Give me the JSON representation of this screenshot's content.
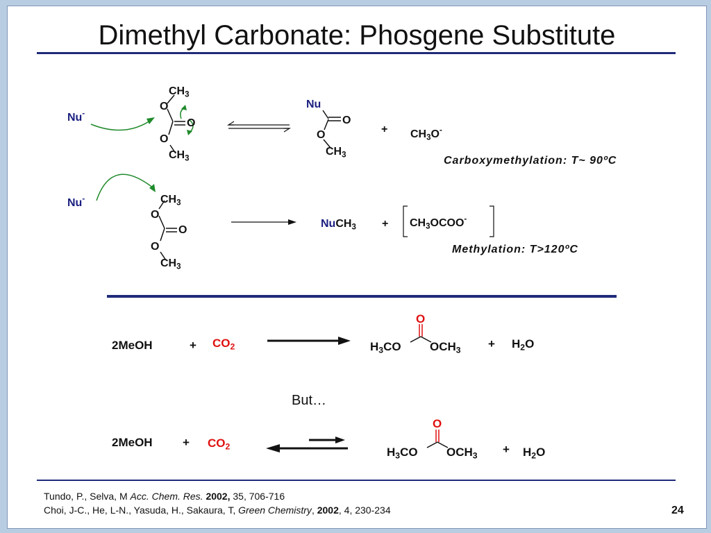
{
  "title": "Dimethyl Carbonate: Phosgene Substitute",
  "scheme1": {
    "nu": "Nu",
    "nu_charge": "-",
    "ch3": "CH",
    "sub3": "3",
    "o": "O",
    "product_nu": "Nu",
    "plus": "+",
    "methoxide": "CH",
    "methoxide_rest": "O",
    "methoxide_charge": "-",
    "condition": "Carboxymethylation: T~ 90ºC"
  },
  "scheme2": {
    "nu": "Nu",
    "nu_charge": "-",
    "product_nu": "Nu",
    "product_ch": "CH",
    "plus": "+",
    "anion": "CH",
    "anion_rest": "OCOO",
    "anion_charge": "-",
    "condition": "Methylation: T>120ºC"
  },
  "reaction1": {
    "reactant": "2MeOH",
    "plus1": "+",
    "co2": "CO",
    "co2_sub": "2",
    "left_group": "H",
    "left_group_rest": "CO",
    "carbonyl_o": "O",
    "right_group": "OCH",
    "plus2": "+",
    "water": "H",
    "water_rest": "O",
    "water_sub": "2"
  },
  "but_text": "But…",
  "reaction2": {
    "reactant": "2MeOH",
    "plus1": "+",
    "co2": "CO",
    "co2_sub": "2",
    "left_group": "H",
    "left_group_rest": "CO",
    "carbonyl_o": "O",
    "right_group": "OCH",
    "plus2": "+",
    "water": "H",
    "water_rest": "O",
    "water_sub": "2"
  },
  "references": {
    "ref1_authors": "Tundo, P., Selva, M ",
    "ref1_journal": "Acc. Chem. Res.",
    "ref1_year": "2002,",
    "ref1_rest": " 35, 706-716",
    "ref2_authors": "Choi, J-C., He, L-N., Yasuda, H., Sakaura, T, ",
    "ref2_journal": "Green Chemistry",
    "ref2_sep": ", ",
    "ref2_year": "2002",
    "ref2_rest": ", 4, 230-234"
  },
  "page_number": "24",
  "colors": {
    "rule": "#1f2a7a",
    "accent_red": "#e01010",
    "nu_blue": "#1a1f80",
    "curved_arrow": "#1f8a2a",
    "background": "#b9cde2"
  }
}
